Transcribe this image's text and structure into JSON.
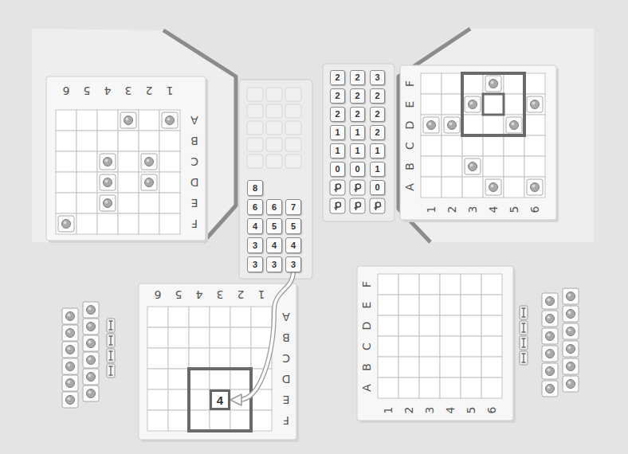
{
  "diagram": {
    "nodes": [
      {
        "text": [
          "8"
        ]
      },
      {
        "text": [
          "6"
        ]
      },
      {
        "text": [
          "6"
        ]
      },
      {
        "text": [
          "7"
        ]
      },
      {
        "text": [
          "4"
        ]
      },
      {
        "text": [
          "5"
        ]
      },
      {
        "text": [
          "5"
        ]
      },
      {
        "text": [
          "3"
        ]
      },
      {
        "text": [
          "4"
        ]
      },
      {
        "text": [
          "4"
        ]
      },
      {
        "text": [
          "3"
        ]
      },
      {
        "text": [
          "3"
        ]
      },
      {
        "text": [
          "3"
        ]
      },
      {
        "text": [
          "2"
        ]
      },
      {
        "text": [
          "2"
        ]
      },
      {
        "text": [
          "3"
        ]
      },
      {
        "text": [
          "2"
        ]
      },
      {
        "text": [
          "2"
        ]
      },
      {
        "text": [
          "2"
        ]
      },
      {
        "text": [
          "2"
        ]
      },
      {
        "text": [
          "2"
        ]
      },
      {
        "text": [
          "2"
        ]
      },
      {
        "text": [
          "1"
        ]
      },
      {
        "text": [
          "1"
        ]
      },
      {
        "text": [
          "2"
        ]
      },
      {
        "text": [
          "1"
        ]
      },
      {
        "text": [
          "1"
        ]
      },
      {
        "text": [
          "1"
        ]
      },
      {
        "text": [
          "0"
        ]
      },
      {
        "text": [
          "0"
        ]
      },
      {
        "text": [
          "1"
        ]
      },
      {
        "text": [
          "0"
        ]
      },
      {
        "text": [
          "4"
        ]
      }
    ],
    "edges": [
      {
        "from": 12,
        "to": 32,
        "arrow": "to"
      }
    ],
    "labels": [
      "6",
      "5",
      "4",
      "3",
      "2",
      "1",
      "A",
      "B",
      "C",
      "D",
      "E",
      "F",
      "F",
      "E",
      "D",
      "C",
      "B",
      "A",
      "1",
      "2",
      "3",
      "4",
      "5",
      "6",
      "6",
      "5",
      "4",
      "3",
      "2",
      "1",
      "A",
      "B",
      "C",
      "D",
      "E",
      "F",
      "F",
      "E",
      "D",
      "C",
      "B",
      "A",
      "1",
      "2",
      "3",
      "4",
      "5",
      "6"
    ]
  }
}
